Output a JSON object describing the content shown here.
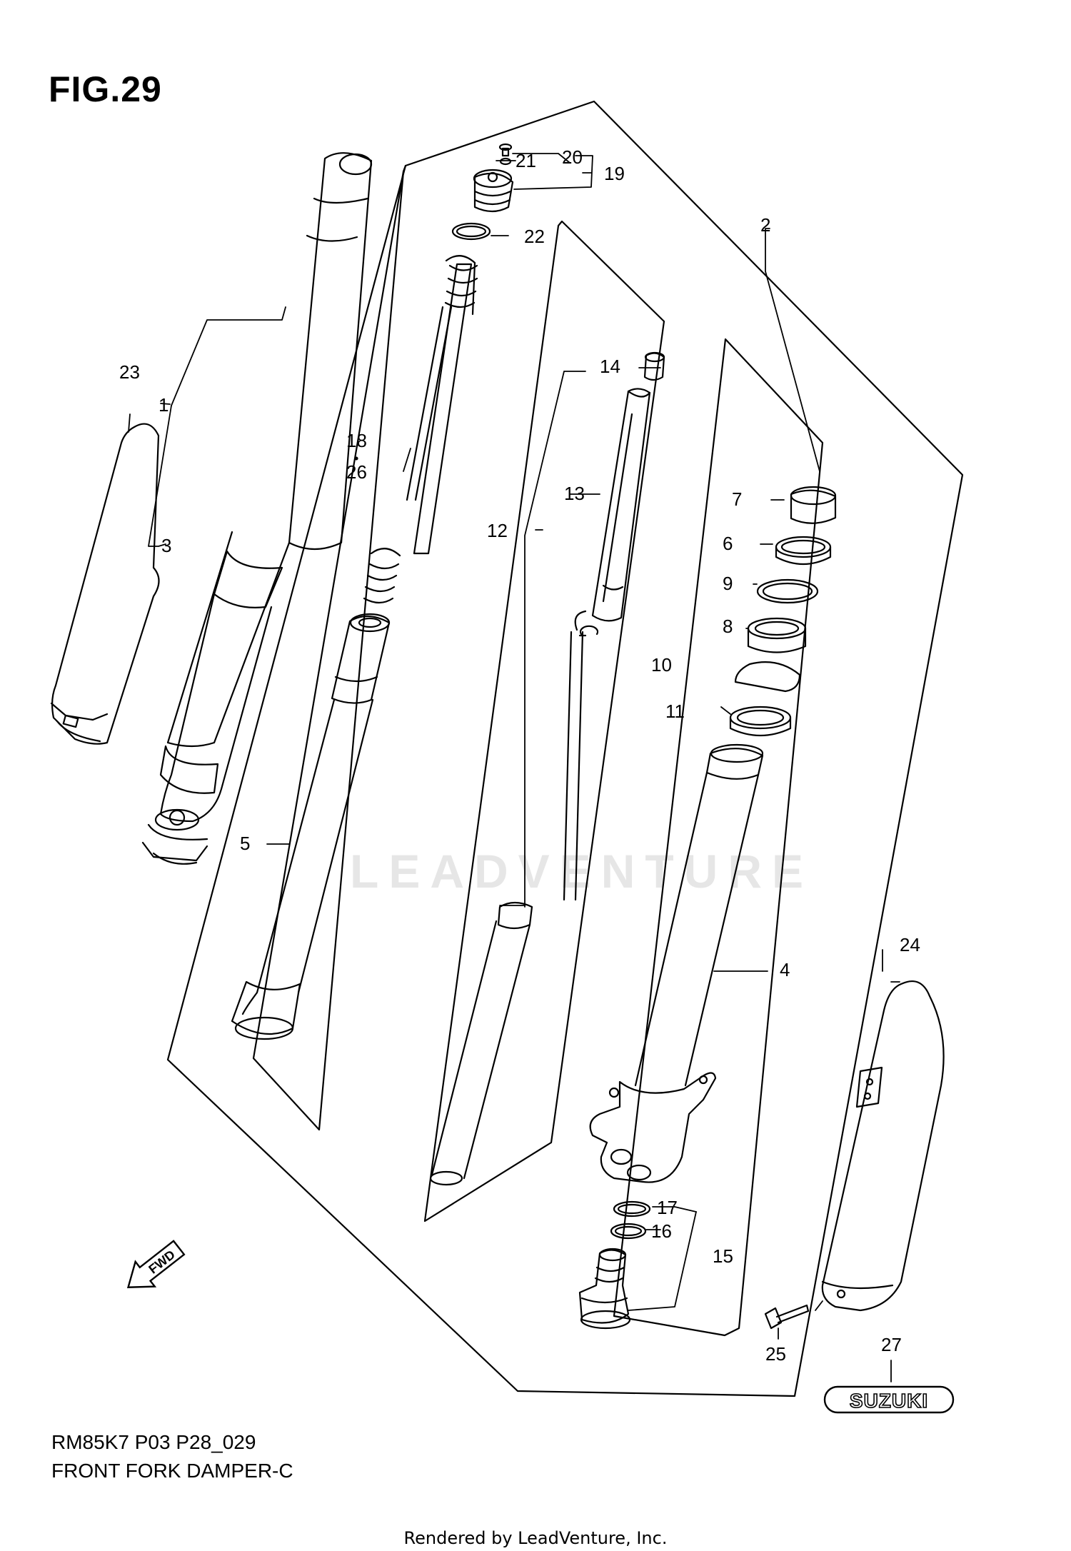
{
  "figure": {
    "title": "FIG.29",
    "model_code": "RM85K7 P03 P28_029",
    "name": "FRONT FORK DAMPER-C",
    "credit": "Rendered by LeadVenture, Inc.",
    "watermark": "LEADVENTURE"
  },
  "callouts": [
    {
      "id": "c1",
      "label": "1"
    },
    {
      "id": "c2",
      "label": "2"
    },
    {
      "id": "c3",
      "label": "3"
    },
    {
      "id": "c4",
      "label": "4"
    },
    {
      "id": "c5",
      "label": "5"
    },
    {
      "id": "c6",
      "label": "6"
    },
    {
      "id": "c7",
      "label": "7"
    },
    {
      "id": "c8",
      "label": "8"
    },
    {
      "id": "c9",
      "label": "9"
    },
    {
      "id": "c10",
      "label": "10"
    },
    {
      "id": "c11",
      "label": "11"
    },
    {
      "id": "c12",
      "label": "12"
    },
    {
      "id": "c13",
      "label": "13"
    },
    {
      "id": "c14",
      "label": "14"
    },
    {
      "id": "c15",
      "label": "15"
    },
    {
      "id": "c16",
      "label": "16"
    },
    {
      "id": "c17",
      "label": "17"
    },
    {
      "id": "c18",
      "label": "18"
    },
    {
      "id": "c18dot",
      "label": "•"
    },
    {
      "id": "c26",
      "label": "26"
    },
    {
      "id": "c19",
      "label": "19"
    },
    {
      "id": "c20",
      "label": "20"
    },
    {
      "id": "c21",
      "label": "21"
    },
    {
      "id": "c22",
      "label": "22"
    },
    {
      "id": "c23",
      "label": "23"
    },
    {
      "id": "c24",
      "label": "24"
    },
    {
      "id": "c25",
      "label": "25"
    },
    {
      "id": "c27",
      "label": "27"
    }
  ],
  "badges": {
    "fwd_arrow": "FWD",
    "brand_emblem": "SUZUKI"
  },
  "colors": {
    "ink": "#000000",
    "paper": "#ffffff",
    "watermark": "#e6e6e6"
  }
}
